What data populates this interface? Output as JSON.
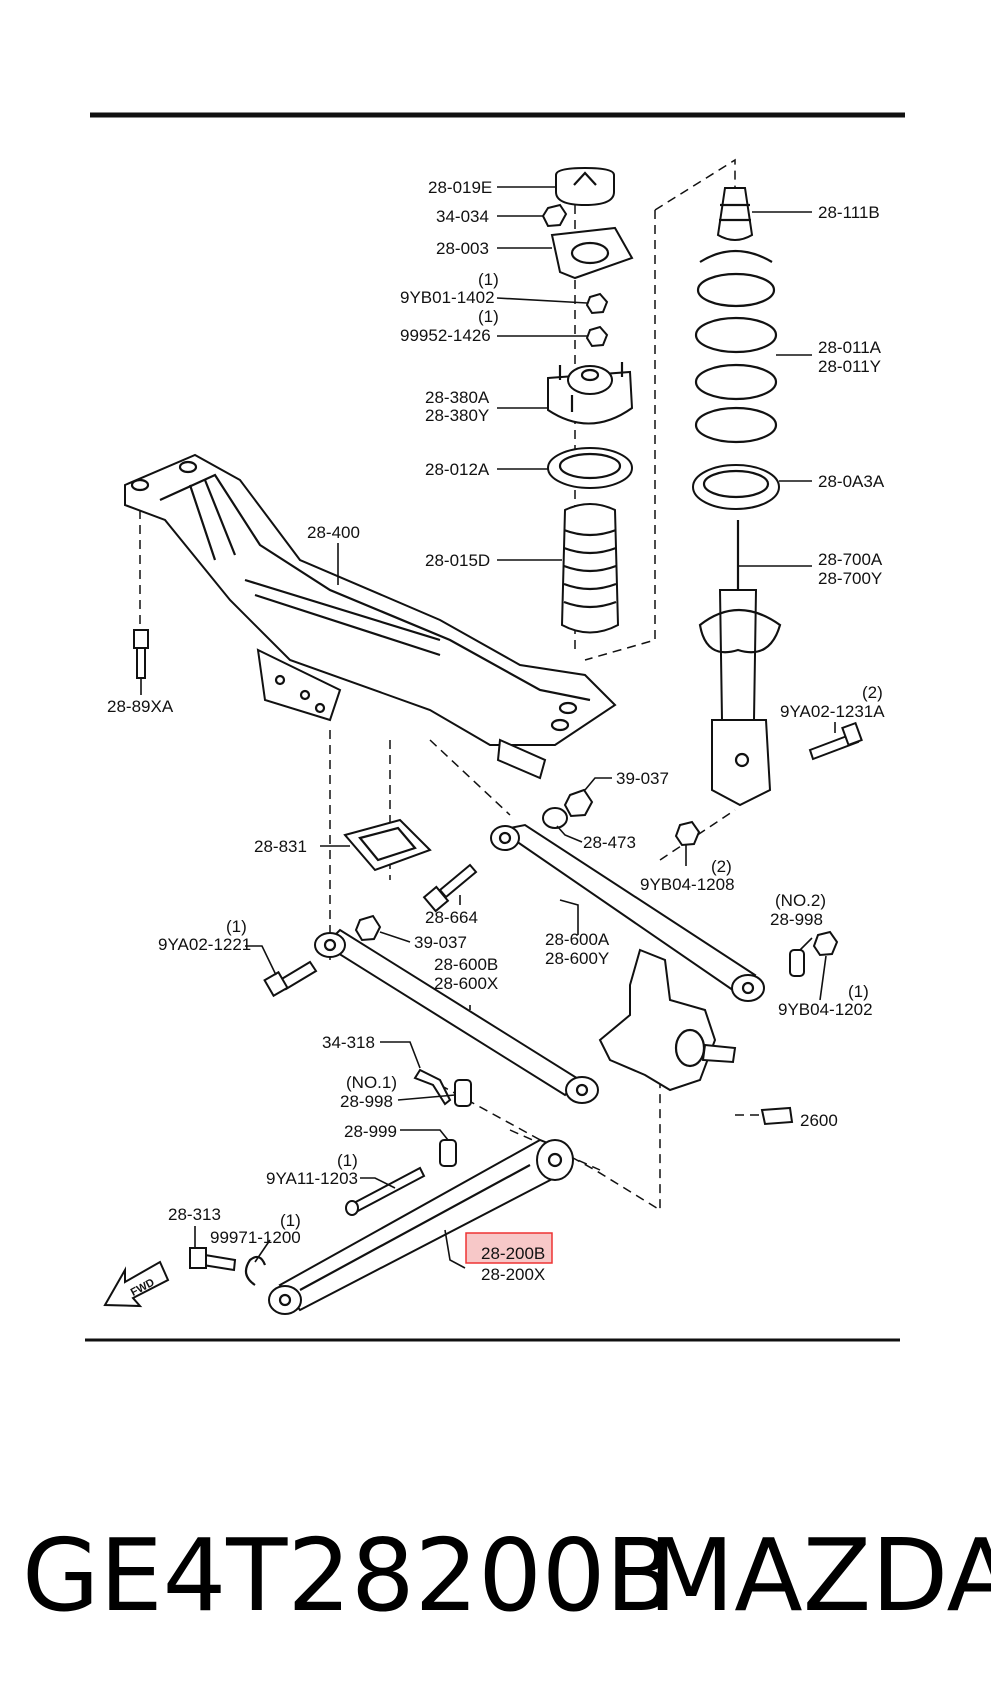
{
  "parts": {
    "p_28_019E": "28-019E",
    "p_34_034": "34-034",
    "p_28_003": "28-003",
    "qty_1a": "(1)",
    "p_9YB01_1402": "9YB01-1402",
    "qty_1b": "(1)",
    "p_99952_1426": "99952-1426",
    "p_28_380A": "28-380A",
    "p_28_380Y": "28-380Y",
    "p_28_012A": "28-012A",
    "p_28_015D": "28-015D",
    "p_28_111B": "28-111B",
    "p_28_011A": "28-011A",
    "p_28_011Y": "28-011Y",
    "p_28_0A3A": "28-0A3A",
    "p_28_700A": "28-700A",
    "p_28_700Y": "28-700Y",
    "p_28_400": "28-400",
    "p_28_89XA": "28-89XA",
    "qty_2a": "(2)",
    "p_9YA02_1231A": "9YA02-1231A",
    "p_39_037a": "39-037",
    "p_28_473": "28-473",
    "qty_2b": "(2)",
    "p_9YB04_1208": "9YB04-1208",
    "p_28_831": "28-831",
    "p_28_664": "28-664",
    "no2": "(NO.2)",
    "p_28_998b": "28-998",
    "qty_1c": "(1)",
    "p_9YA02_1221": "9YA02-1221",
    "p_39_037b": "39-037",
    "p_28_600A": "28-600A",
    "p_28_600Y": "28-600Y",
    "p_28_600B": "28-600B",
    "p_28_600X": "28-600X",
    "qty_1d": "(1)",
    "p_9YB04_1202": "9YB04-1202",
    "p_34_318": "34-318",
    "no1": "(NO.1)",
    "p_28_998a": "28-998",
    "p_2600": "2600",
    "p_28_999": "28-999",
    "qty_1e": "(1)",
    "p_9YA11_1203": "9YA11-1203",
    "p_28_313": "28-313",
    "qty_1f": "(1)",
    "p_99971_1200": "99971-1200",
    "p_28_200B": "28-200B",
    "p_28_200X": "28-200X",
    "fwd": "FWD"
  },
  "caption": {
    "part_number": "GE4T28200B",
    "brand": "MAZDA"
  },
  "colors": {
    "highlight_fill": "#f7c8c8",
    "highlight_stroke": "#e33333"
  }
}
